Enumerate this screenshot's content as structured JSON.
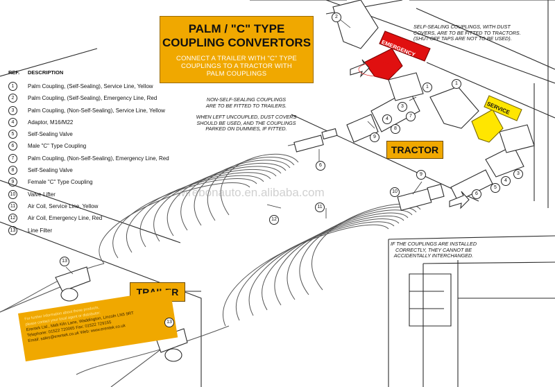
{
  "title": {
    "main_line1": "PALM / \"C\" TYPE",
    "main_line2": "COUPLING CONVERTORS",
    "sub_line1": "CONNECT A TRAILER WITH \"C\" TYPE",
    "sub_line2": "COUPLINGS TO A TRACTOR WITH",
    "sub_line3": "PALM COUPLINGS"
  },
  "legend": {
    "ref_header": "REF.",
    "desc_header": "DESCRIPTION",
    "items": [
      {
        "ref": "1",
        "desc": "Palm Coupling, (Self-Sealing), Service Line, Yellow"
      },
      {
        "ref": "2",
        "desc": "Palm Coupling, (Self-Sealing), Emergency Line, Red"
      },
      {
        "ref": "3",
        "desc": "Palm Coupling, (Non-Self-Sealing), Service Line, Yellow"
      },
      {
        "ref": "4",
        "desc": "Adaptor, M16/M22"
      },
      {
        "ref": "5",
        "desc": "Self-Sealing Valve"
      },
      {
        "ref": "6",
        "desc": "Male \"C\" Type Coupling"
      },
      {
        "ref": "7",
        "desc": "Palm Coupling, (Non-Self-Sealing), Emergency Line, Red"
      },
      {
        "ref": "8",
        "desc": "Self-Sealing Valve"
      },
      {
        "ref": "9",
        "desc": "Female \"C\" Type Coupling"
      },
      {
        "ref": "10",
        "desc": "Valve-Lifter"
      },
      {
        "ref": "11",
        "desc": "Air Coil, Service Line, Yellow"
      },
      {
        "ref": "12",
        "desc": "Air Coil, Emergency Line, Red"
      },
      {
        "ref": "13",
        "desc": "Line Filter"
      }
    ]
  },
  "notes": {
    "trailer_note_line1": "NON-SELF-SEALING COUPLINGS",
    "trailer_note_line2": "ARE TO BE FITTED TO TRAILERS.",
    "trailer_note_line3": "WHEN LEFT UNCOUPLED, DUST COVERS",
    "trailer_note_line4": "SHOULD BE USED, AND THE COUPLINGS",
    "trailer_note_line5": "PARKED ON DUMMIES, IF FITTED.",
    "tractor_note_line1": "SELF-SEALING COUPLINGS, WITH DUST",
    "tractor_note_line2": "COVERS, ARE TO BE FITTED TO TRACTORS.",
    "tractor_note_line3": "(SHUT-OFF TAPS ARE NOT TO BE USED).",
    "install_note_line1": "IF THE COUPLINGS ARE INSTALLED",
    "install_note_line2": "CORRECTLY, THEY CANNOT BE",
    "install_note_line3": "ACCIDENTALLY INTERCHANGED."
  },
  "labels": {
    "tractor": "TRACTOR",
    "trailer": "TRAILER",
    "emergency": "EMERGENCY",
    "service": "SERVICE"
  },
  "info_card": {
    "line1": "For further information about these products,",
    "line2": "please contact your local agent or distributor:",
    "line3": "Erentek Ltd., Malt Kiln Lane, Waddington, Lincoln LN5 9RT",
    "line4": "Telephone: 01522 720065  Fax: 01522 729155",
    "line5": "Email: sales@erentek.co.uk   Web: www.erentek.co.uk"
  },
  "watermark": "wirebonauto.en.alibaba.com",
  "callouts": [
    "1",
    "2",
    "3",
    "4",
    "5",
    "6",
    "7",
    "8",
    "9",
    "10",
    "11",
    "12",
    "13"
  ],
  "colors": {
    "title_orange": "#f0a800",
    "emergency_red": "#e01010",
    "service_yellow": "#ffe600",
    "line_gray": "#555555"
  }
}
